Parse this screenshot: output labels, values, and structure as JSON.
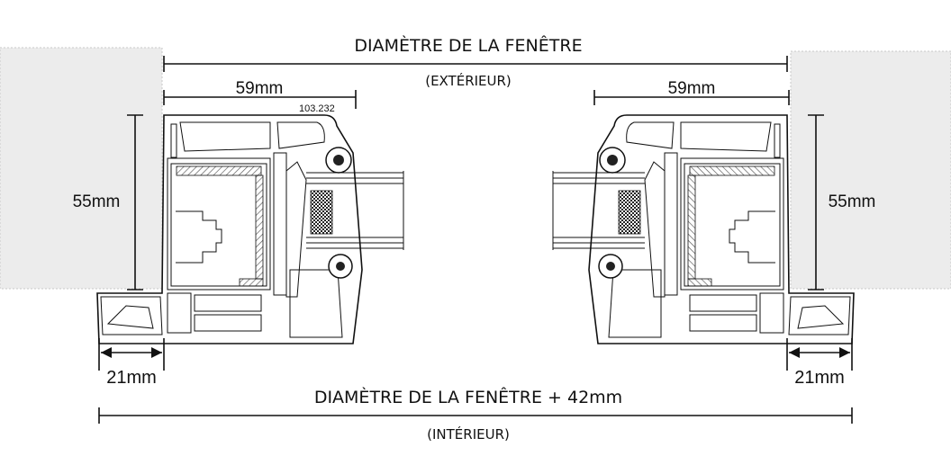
{
  "diagram": {
    "title_top": "DIAMÈTRE DE LA FENÊTRE",
    "subtitle_top": "(EXTÉRIEUR)",
    "title_bottom": "DIAMÈTRE DE LA FENÊTRE + 42mm",
    "subtitle_bottom": "(INTÉRIEUR)",
    "left_frame_width": "59mm",
    "right_frame_width": "59mm",
    "left_depth": "55mm",
    "right_depth": "55mm",
    "left_flange": "21mm",
    "right_flange": "21mm",
    "part_code": "103.232"
  },
  "colors": {
    "wall": "#ececec",
    "line": "#111111",
    "hatch": "#555555"
  }
}
